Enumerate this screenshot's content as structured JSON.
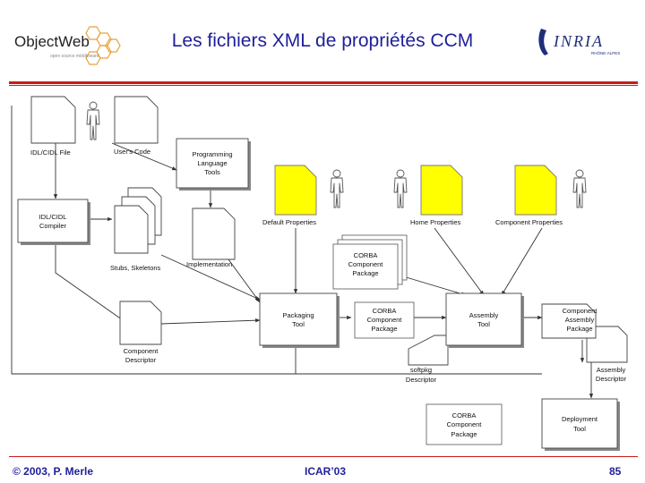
{
  "header": {
    "title": "Les fichiers XML de propriétés CCM",
    "logo_left": "ObjectWeb",
    "logo_left_sub": "open source middleware",
    "logo_right": "INRIA",
    "logo_right_sub": "RHÔNE-ALPES"
  },
  "diagram": {
    "idl_file": "IDL/CIDL File",
    "users_code": "User's Code",
    "programming_tools": [
      "Programming",
      "Language",
      "Tools"
    ],
    "default_properties": "Default Properties",
    "home_properties": "Home Properties",
    "component_properties": "Component Properties",
    "idl_compiler": [
      "IDL/CIDL",
      "Compiler"
    ],
    "stubs": "Stubs, Skeletons",
    "implementation": "Implementation",
    "corba_package_top": [
      "CORBA",
      "Component",
      "Package"
    ],
    "packaging_tool": [
      "Packaging",
      "Tool"
    ],
    "corba_package_mid": [
      "CORBA",
      "Component",
      "Package"
    ],
    "assembly_tool": [
      "Assembly",
      "Tool"
    ],
    "component_assembly_package": [
      "Component",
      "Assembly",
      "Package"
    ],
    "component_descriptor": [
      "Component",
      "Descriptor"
    ],
    "softpkg_descriptor": [
      "softpkg",
      "Descriptor"
    ],
    "assembly_descriptor": [
      "Assembly",
      "Descriptor"
    ],
    "corba_package_bottom": [
      "CORBA",
      "Component",
      "Package"
    ],
    "deployment_tool": [
      "Deployment",
      "Tool"
    ]
  },
  "footer": {
    "copyright": "© 2003, P. Merle",
    "event": "ICAR’03",
    "page": "85"
  },
  "colors": {
    "title": "#1f1f9a",
    "rule": "#c91b1b",
    "properties_doc": "#ffff00"
  }
}
